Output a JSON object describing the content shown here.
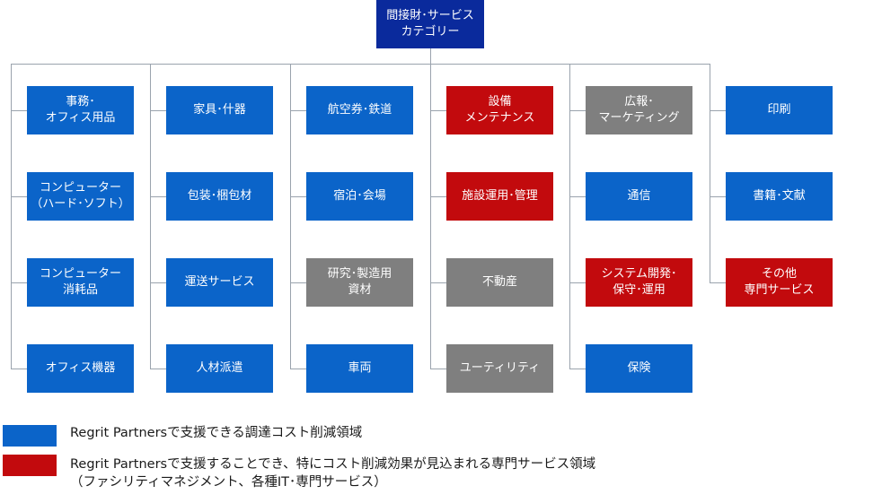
{
  "colors": {
    "blue": "#0b64c9",
    "red": "#c20a0d",
    "gray": "#7f7f7f",
    "navy": "#0a2a9c",
    "connector": "#9aa3ad"
  },
  "root": {
    "label": "間接財･サービス\nカテゴリー"
  },
  "columns": [
    {
      "items": [
        {
          "label": "事務･\nオフィス用品",
          "color": "blue"
        },
        {
          "label": "コンピューター\n（ハード･ソフト）",
          "color": "blue"
        },
        {
          "label": "コンピューター\n消耗品",
          "color": "blue"
        },
        {
          "label": "オフィス機器",
          "color": "blue"
        }
      ]
    },
    {
      "items": [
        {
          "label": "家具･什器",
          "color": "blue"
        },
        {
          "label": "包装･梱包材",
          "color": "blue"
        },
        {
          "label": "運送サービス",
          "color": "blue"
        },
        {
          "label": "人材派遣",
          "color": "blue"
        }
      ]
    },
    {
      "items": [
        {
          "label": "航空券･鉄道",
          "color": "blue"
        },
        {
          "label": "宿泊･会場",
          "color": "blue"
        },
        {
          "label": "研究･製造用\n資材",
          "color": "gray"
        },
        {
          "label": "車両",
          "color": "blue"
        }
      ]
    },
    {
      "items": [
        {
          "label": "設備\nメンテナンス",
          "color": "red"
        },
        {
          "label": "施設運用･管理",
          "color": "red"
        },
        {
          "label": "不動産",
          "color": "gray"
        },
        {
          "label": "ユーティリティ",
          "color": "gray"
        }
      ]
    },
    {
      "items": [
        {
          "label": "広報･\nマーケティング",
          "color": "gray"
        },
        {
          "label": "通信",
          "color": "blue"
        },
        {
          "label": "システム開発･\n保守･運用",
          "color": "red"
        },
        {
          "label": "保険",
          "color": "blue"
        }
      ]
    },
    {
      "items": [
        {
          "label": "印刷",
          "color": "blue"
        },
        {
          "label": "書籍･文献",
          "color": "blue"
        },
        {
          "label": "その他\n専門サービス",
          "color": "red"
        }
      ]
    }
  ],
  "legend": [
    {
      "color": "blue",
      "text": "Regrit Partnersで支援できる調達コスト削減領域"
    },
    {
      "color": "red",
      "text": "Regrit Partnersで支援することでき、特にコスト削減効果が見込まれる専門サービス領域\n（ファシリティマネジメント、各種IT･専門サービス）"
    }
  ]
}
